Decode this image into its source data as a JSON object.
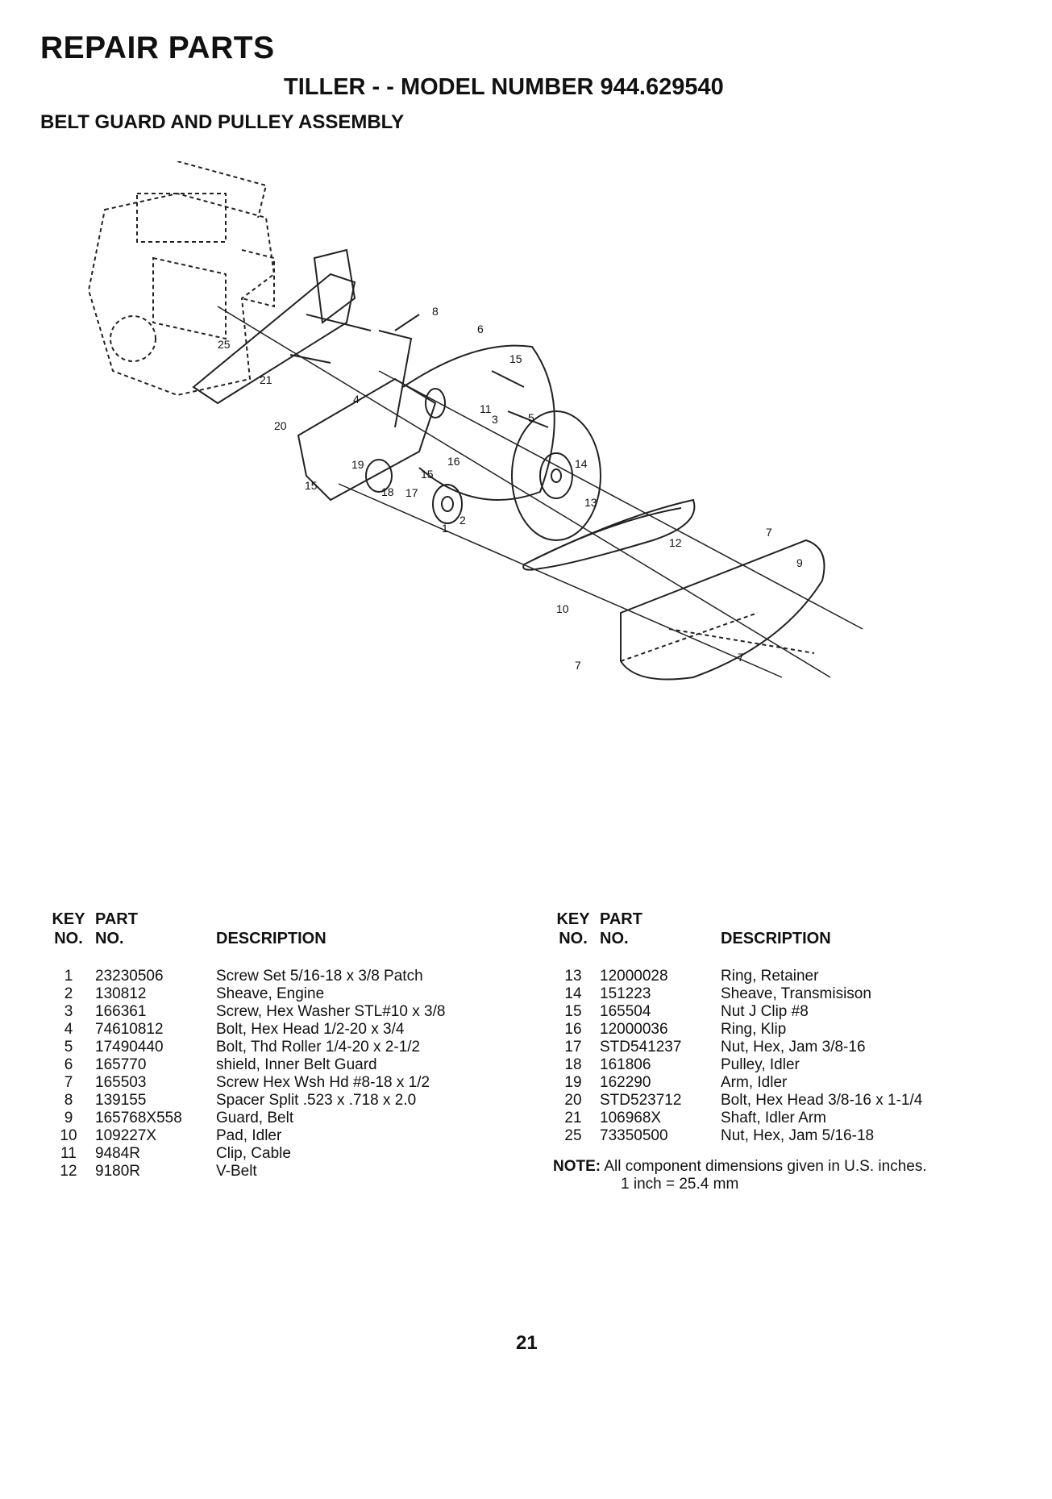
{
  "header": {
    "title": "REPAIR PARTS",
    "subtitle": "TILLER - - MODEL NUMBER 944.629540",
    "section": "BELT GUARD AND PULLEY ASSEMBLY"
  },
  "diagram": {
    "callouts": [
      "1",
      "2",
      "3",
      "4",
      "5",
      "6",
      "7",
      "7",
      "7",
      "8",
      "9",
      "10",
      "11",
      "12",
      "13",
      "14",
      "15",
      "15",
      "15",
      "16",
      "17",
      "18",
      "19",
      "20",
      "21",
      "25"
    ]
  },
  "table_headers": {
    "key_line1": "KEY",
    "key_line2": "NO.",
    "part_line1": "PART",
    "part_line2": "NO.",
    "description": "DESCRIPTION"
  },
  "parts_left": [
    {
      "key": "1",
      "part": "23230506",
      "desc": "Screw Set 5/16-18 x 3/8 Patch"
    },
    {
      "key": "2",
      "part": "130812",
      "desc": "Sheave, Engine"
    },
    {
      "key": "3",
      "part": "166361",
      "desc": "Screw, Hex Washer STL#10 x 3/8"
    },
    {
      "key": "4",
      "part": "74610812",
      "desc": "Bolt, Hex Head  1/2-20 x 3/4"
    },
    {
      "key": "5",
      "part": "17490440",
      "desc": "Bolt, Thd Roller 1/4-20 x 2-1/2"
    },
    {
      "key": "6",
      "part": "165770",
      "desc": "shield, Inner Belt Guard"
    },
    {
      "key": "7",
      "part": "165503",
      "desc": "Screw Hex Wsh Hd #8-18 x 1/2"
    },
    {
      "key": "8",
      "part": "139155",
      "desc": "Spacer Split .523 x .718 x 2.0"
    },
    {
      "key": "9",
      "part": "165768X558",
      "desc": "Guard, Belt"
    },
    {
      "key": "10",
      "part": "109227X",
      "desc": "Pad, Idler"
    },
    {
      "key": "11",
      "part": "9484R",
      "desc": "Clip, Cable"
    },
    {
      "key": "12",
      "part": "9180R",
      "desc": "V-Belt"
    }
  ],
  "parts_right": [
    {
      "key": "13",
      "part": "12000028",
      "desc": "Ring, Retainer"
    },
    {
      "key": "14",
      "part": "151223",
      "desc": "Sheave, Transmisison"
    },
    {
      "key": "15",
      "part": "165504",
      "desc": "Nut J Clip #8"
    },
    {
      "key": "16",
      "part": "12000036",
      "desc": "Ring, Klip"
    },
    {
      "key": "17",
      "part": "STD541237",
      "desc": "Nut, Hex, Jam  3/8-16"
    },
    {
      "key": "18",
      "part": "161806",
      "desc": "Pulley, Idler"
    },
    {
      "key": "19",
      "part": "162290",
      "desc": "Arm, Idler"
    },
    {
      "key": "20",
      "part": "STD523712",
      "desc": "Bolt, Hex Head  3/8-16 x  1-1/4"
    },
    {
      "key": "21",
      "part": "106968X",
      "desc": "Shaft, Idler Arm"
    },
    {
      "key": "25",
      "part": "73350500",
      "desc": "Nut, Hex, Jam  5/16-18"
    }
  ],
  "note": {
    "label": "NOTE:",
    "line1": "All component dimensions given in U.S. inches.",
    "line2": "1 inch = 25.4 mm"
  },
  "page_number": "21"
}
